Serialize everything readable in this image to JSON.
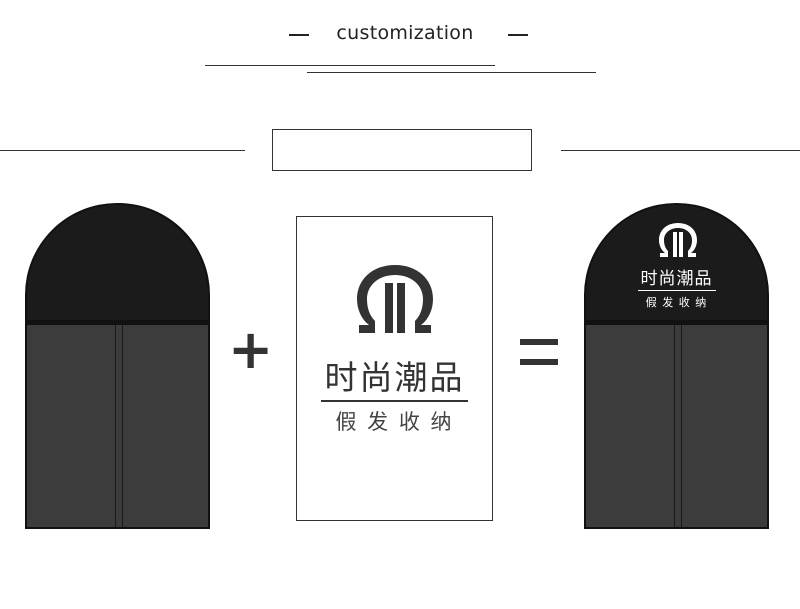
{
  "header": {
    "title": "customization"
  },
  "operators": {
    "plus": "+",
    "equals": "="
  },
  "brand": {
    "name": "时尚潮品",
    "tagline": "假 发 收 纳",
    "logo_icon": "omega-logo-icon"
  },
  "colors": {
    "bag_top": "#1b1b1b",
    "bag_body": "#3c3c3c",
    "line": "#333333",
    "background": "#ffffff"
  }
}
